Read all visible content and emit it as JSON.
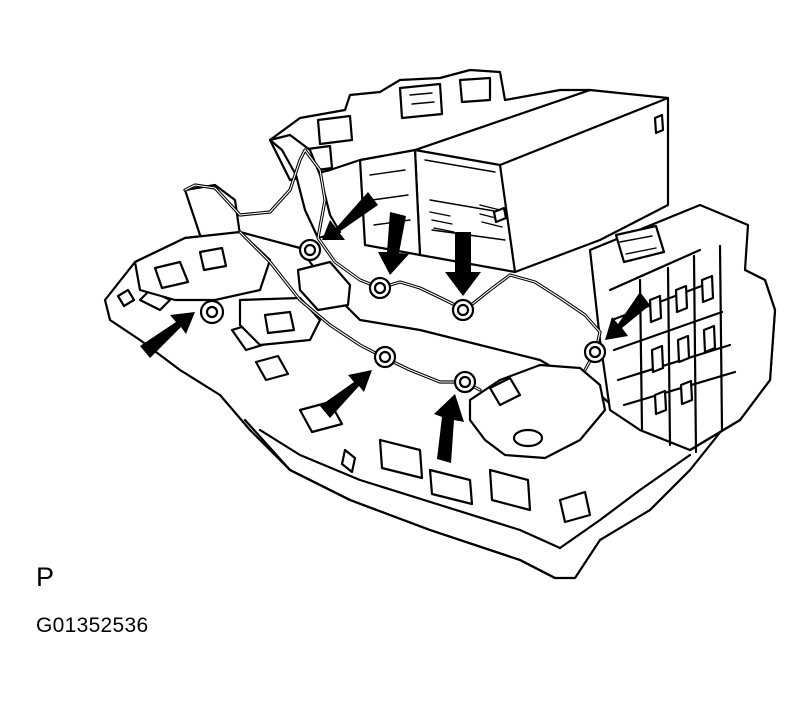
{
  "figure": {
    "view_label": "P",
    "figure_id": "G01352536"
  },
  "fasteners": [
    {
      "name": "clip-upper-left"
    },
    {
      "name": "clip-upper-mid"
    },
    {
      "name": "clip-upper-right"
    },
    {
      "name": "clip-right-end"
    },
    {
      "name": "clip-lower-mid"
    },
    {
      "name": "clip-lower-right"
    },
    {
      "name": "clip-left-bracket"
    }
  ],
  "colors": {
    "line": "#000000",
    "background": "#ffffff"
  }
}
